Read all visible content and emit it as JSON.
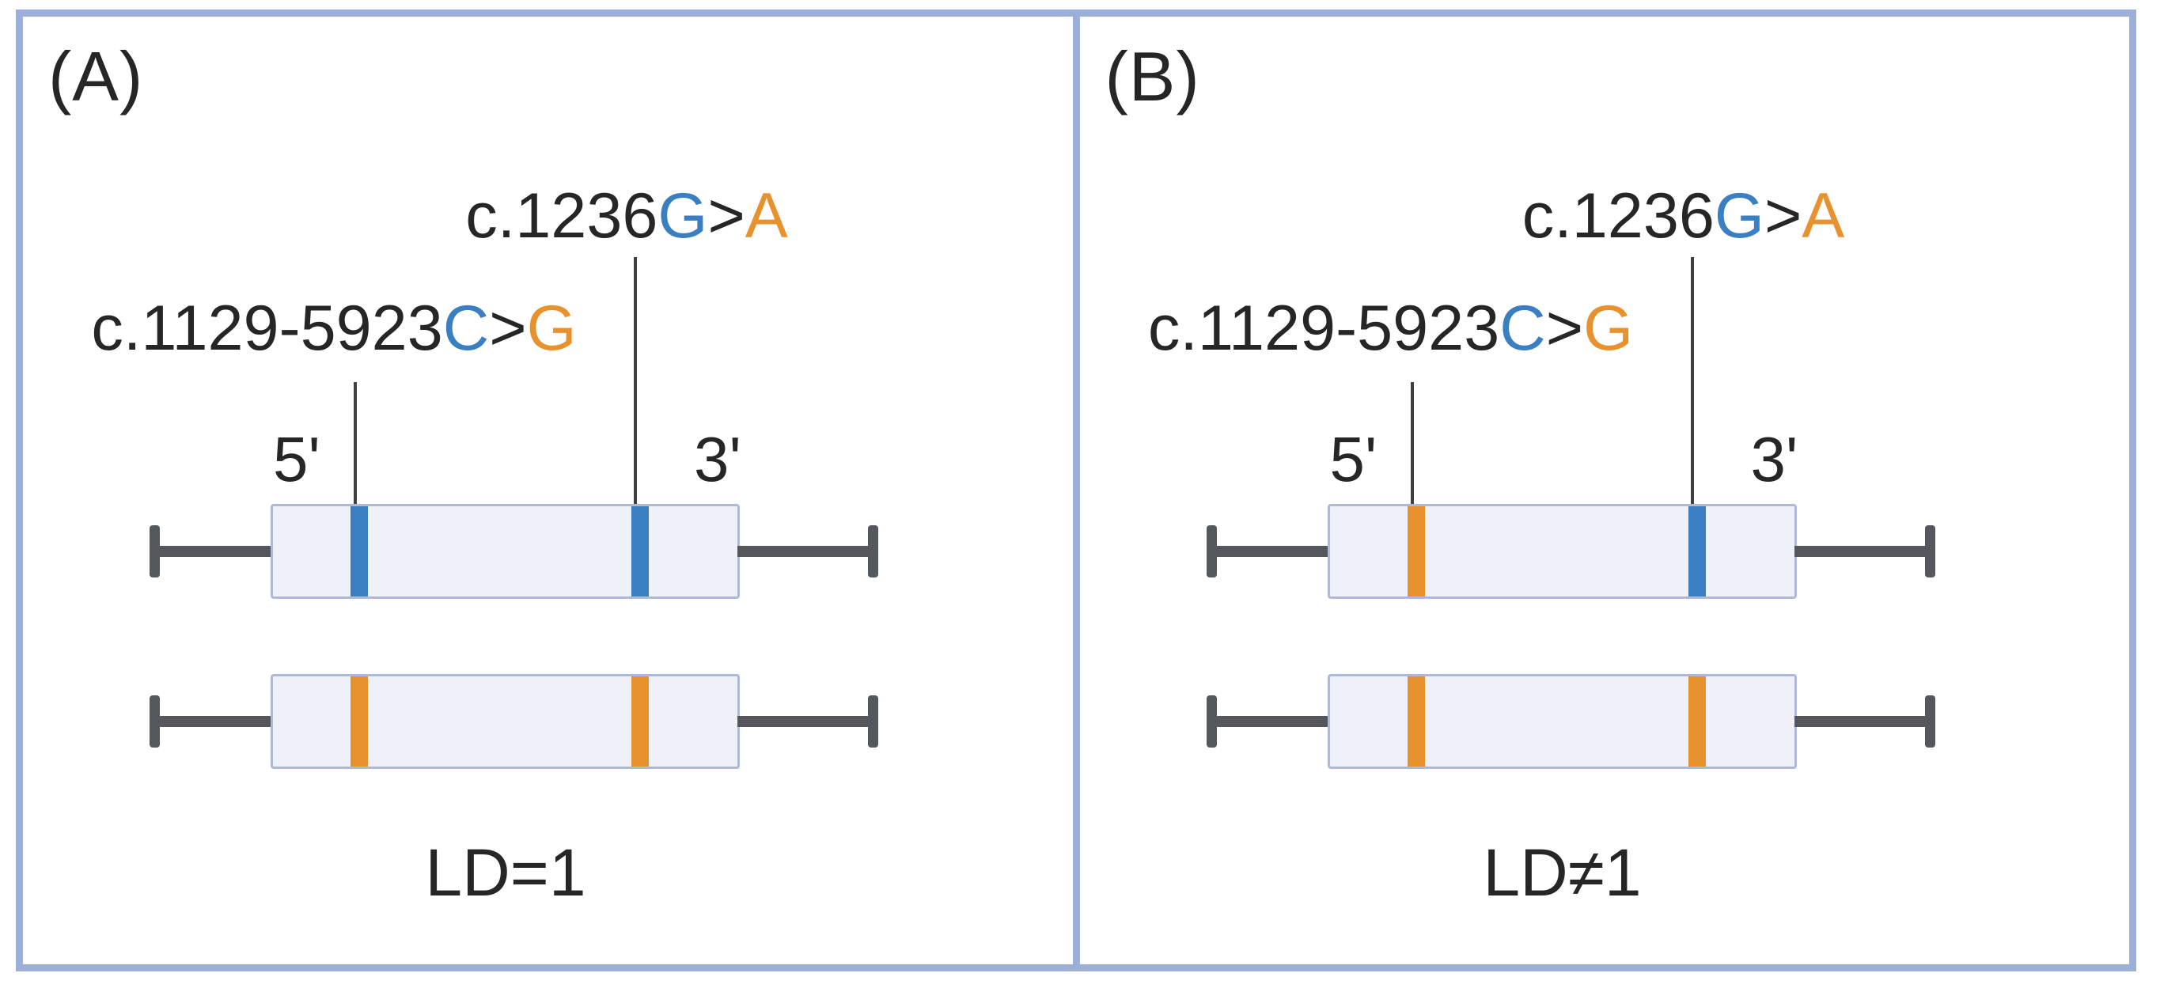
{
  "colors": {
    "blue_allele": "#3a7fc1",
    "orange_allele": "#e8922f",
    "frame_border": "#9bafd9",
    "box_fill": "#eef2f8",
    "box_border": "#aeb9d6",
    "leader_line": "#3f3f3f",
    "whisker_gray": "#54575b",
    "text": "#262626"
  },
  "variants": {
    "v1236": {
      "prefix": "c.1236",
      "ref": "G",
      "sep": ">",
      "alt": "A"
    },
    "v1129": {
      "prefix": "c.1129-5923",
      "ref": "C",
      "sep": ">",
      "alt": "G"
    }
  },
  "panels": [
    {
      "label": "(A)",
      "five_prime": "5'",
      "three_prime": "3'",
      "caption": "LD=1",
      "haplotypes": [
        {
          "band_left": "#3a7fc1",
          "band_right": "#3a7fc1"
        },
        {
          "band_left": "#e8922f",
          "band_right": "#e8922f"
        }
      ]
    },
    {
      "label": "(B)",
      "five_prime": "5'",
      "three_prime": "3'",
      "caption": "LD≠1",
      "haplotypes": [
        {
          "band_left": "#e8922f",
          "band_right": "#3a7fc1"
        },
        {
          "band_left": "#e8922f",
          "band_right": "#e8922f"
        }
      ]
    }
  ]
}
